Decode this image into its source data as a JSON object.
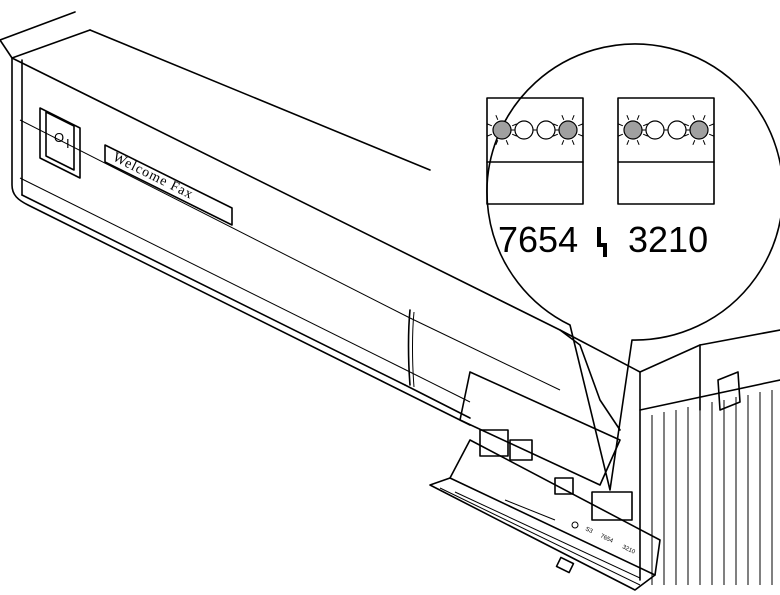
{
  "device": {
    "brand_text": "Welcome Fax",
    "power_switch_on": "I",
    "power_switch_off": "O"
  },
  "callout": {
    "left_group_label": "7654",
    "right_group_label": "3210",
    "left_leds": [
      "lit",
      "off",
      "off",
      "lit"
    ],
    "right_leds": [
      "lit",
      "off",
      "off",
      "lit"
    ],
    "led_lit_color": "#a0a0a0",
    "led_off_color": "#ffffff"
  },
  "panel_small_labels": {
    "s3": "S3",
    "left": "7654",
    "right": "3210"
  }
}
